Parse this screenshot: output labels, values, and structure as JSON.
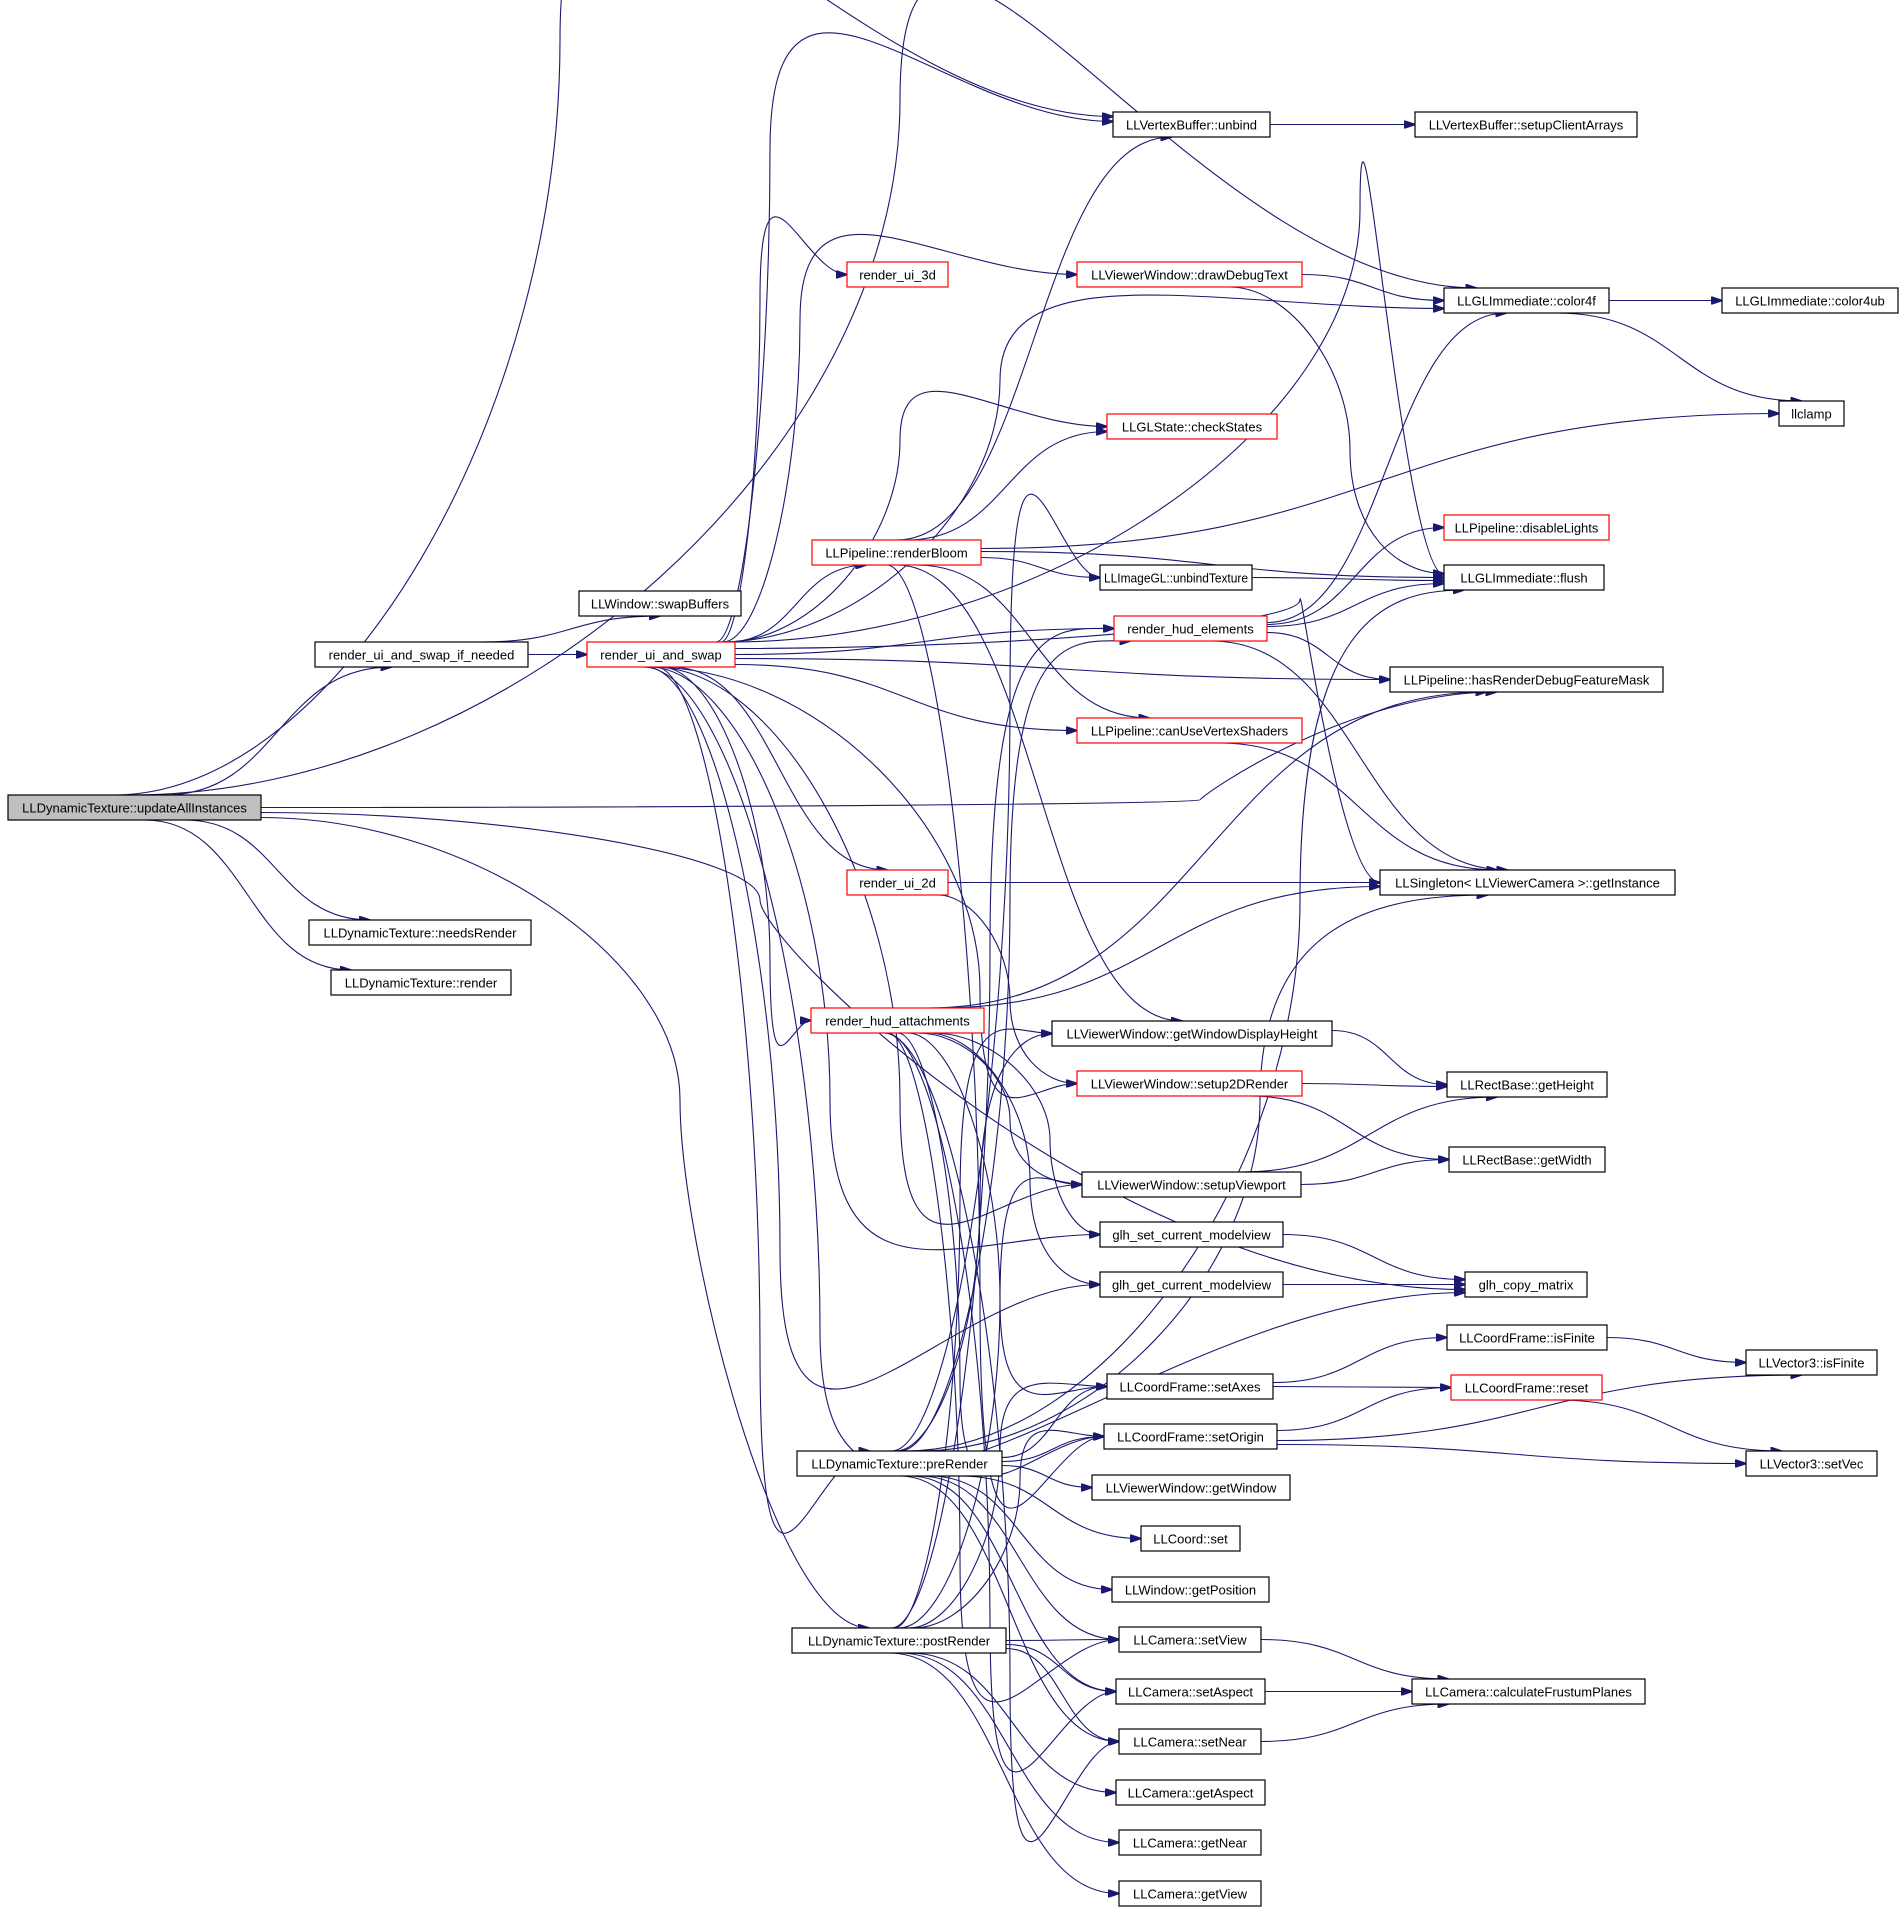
{
  "graph": {
    "edge_color": "#191970",
    "node_border_color": "#000000",
    "truncated_node_border_color": "#ff0000",
    "root_fill_color": "#bfbfbf",
    "nodes": [
      {
        "id": "root",
        "label": "LLDynamicTexture::updateAllInstances"
      },
      {
        "id": "needsRender",
        "label": "LLDynamicTexture::needsRender"
      },
      {
        "id": "render",
        "label": "LLDynamicTexture::render"
      },
      {
        "id": "swapIfNeeded",
        "label": "render_ui_and_swap_if_needed"
      },
      {
        "id": "swapBuffers",
        "label": "LLWindow::swapBuffers"
      },
      {
        "id": "uiAndSwap",
        "label": "render_ui_and_swap"
      },
      {
        "id": "ui3d",
        "label": "render_ui_3d"
      },
      {
        "id": "ui2d",
        "label": "render_ui_2d"
      },
      {
        "id": "renderBloom",
        "label": "LLPipeline::renderBloom"
      },
      {
        "id": "hudAttach",
        "label": "render_hud_attachments"
      },
      {
        "id": "preRender",
        "label": "LLDynamicTexture::preRender"
      },
      {
        "id": "postRender",
        "label": "LLDynamicTexture::postRender"
      },
      {
        "id": "vbUnbind",
        "label": "LLVertexBuffer::unbind"
      },
      {
        "id": "drawDebug",
        "label": "LLViewerWindow::drawDebugText"
      },
      {
        "id": "checkStates",
        "label": "LLGLState::checkStates"
      },
      {
        "id": "imgUnbind",
        "label": "LLImageGL::unbindTexture"
      },
      {
        "id": "hudElements",
        "label": "render_hud_elements"
      },
      {
        "id": "canUseVS",
        "label": "LLPipeline::canUseVertexShaders"
      },
      {
        "id": "getWinH",
        "label": "LLViewerWindow::getWindowDisplayHeight"
      },
      {
        "id": "setup2D",
        "label": "LLViewerWindow::setup2DRender"
      },
      {
        "id": "setupViewport",
        "label": "LLViewerWindow::setupViewport"
      },
      {
        "id": "glhSet",
        "label": "glh_set_current_modelview"
      },
      {
        "id": "glhGet",
        "label": "glh_get_current_modelview"
      },
      {
        "id": "setAxes",
        "label": "LLCoordFrame::setAxes"
      },
      {
        "id": "setOrigin",
        "label": "LLCoordFrame::setOrigin"
      },
      {
        "id": "getWindow",
        "label": "LLViewerWindow::getWindow"
      },
      {
        "id": "coordSet",
        "label": "LLCoord::set"
      },
      {
        "id": "getPosition",
        "label": "LLWindow::getPosition"
      },
      {
        "id": "setView",
        "label": "LLCamera::setView"
      },
      {
        "id": "setAspect",
        "label": "LLCamera::setAspect"
      },
      {
        "id": "setNear",
        "label": "LLCamera::setNear"
      },
      {
        "id": "getAspect",
        "label": "LLCamera::getAspect"
      },
      {
        "id": "getNear",
        "label": "LLCamera::getNear"
      },
      {
        "id": "getView",
        "label": "LLCamera::getView"
      },
      {
        "id": "setupClient",
        "label": "LLVertexBuffer::setupClientArrays"
      },
      {
        "id": "color4f",
        "label": "LLGLImmediate::color4f"
      },
      {
        "id": "disableLights",
        "label": "LLPipeline::disableLights"
      },
      {
        "id": "flush",
        "label": "LLGLImmediate::flush"
      },
      {
        "id": "hasDebugMask",
        "label": "LLPipeline::hasRenderDebugFeatureMask"
      },
      {
        "id": "getInstance",
        "label": "LLSingleton< LLViewerCamera >::getInstance"
      },
      {
        "id": "getHeight",
        "label": "LLRectBase::getHeight"
      },
      {
        "id": "getWidth",
        "label": "LLRectBase::getWidth"
      },
      {
        "id": "copyMatrix",
        "label": "glh_copy_matrix"
      },
      {
        "id": "isFinite",
        "label": "LLCoordFrame::isFinite"
      },
      {
        "id": "reset",
        "label": "LLCoordFrame::reset"
      },
      {
        "id": "calcFrustum",
        "label": "LLCamera::calculateFrustumPlanes"
      },
      {
        "id": "color4ub",
        "label": "LLGLImmediate::color4ub"
      },
      {
        "id": "llclamp",
        "label": "llclamp"
      },
      {
        "id": "v3isFinite",
        "label": "LLVector3::isFinite"
      },
      {
        "id": "setVec",
        "label": "LLVector3::setVec"
      }
    ]
  }
}
